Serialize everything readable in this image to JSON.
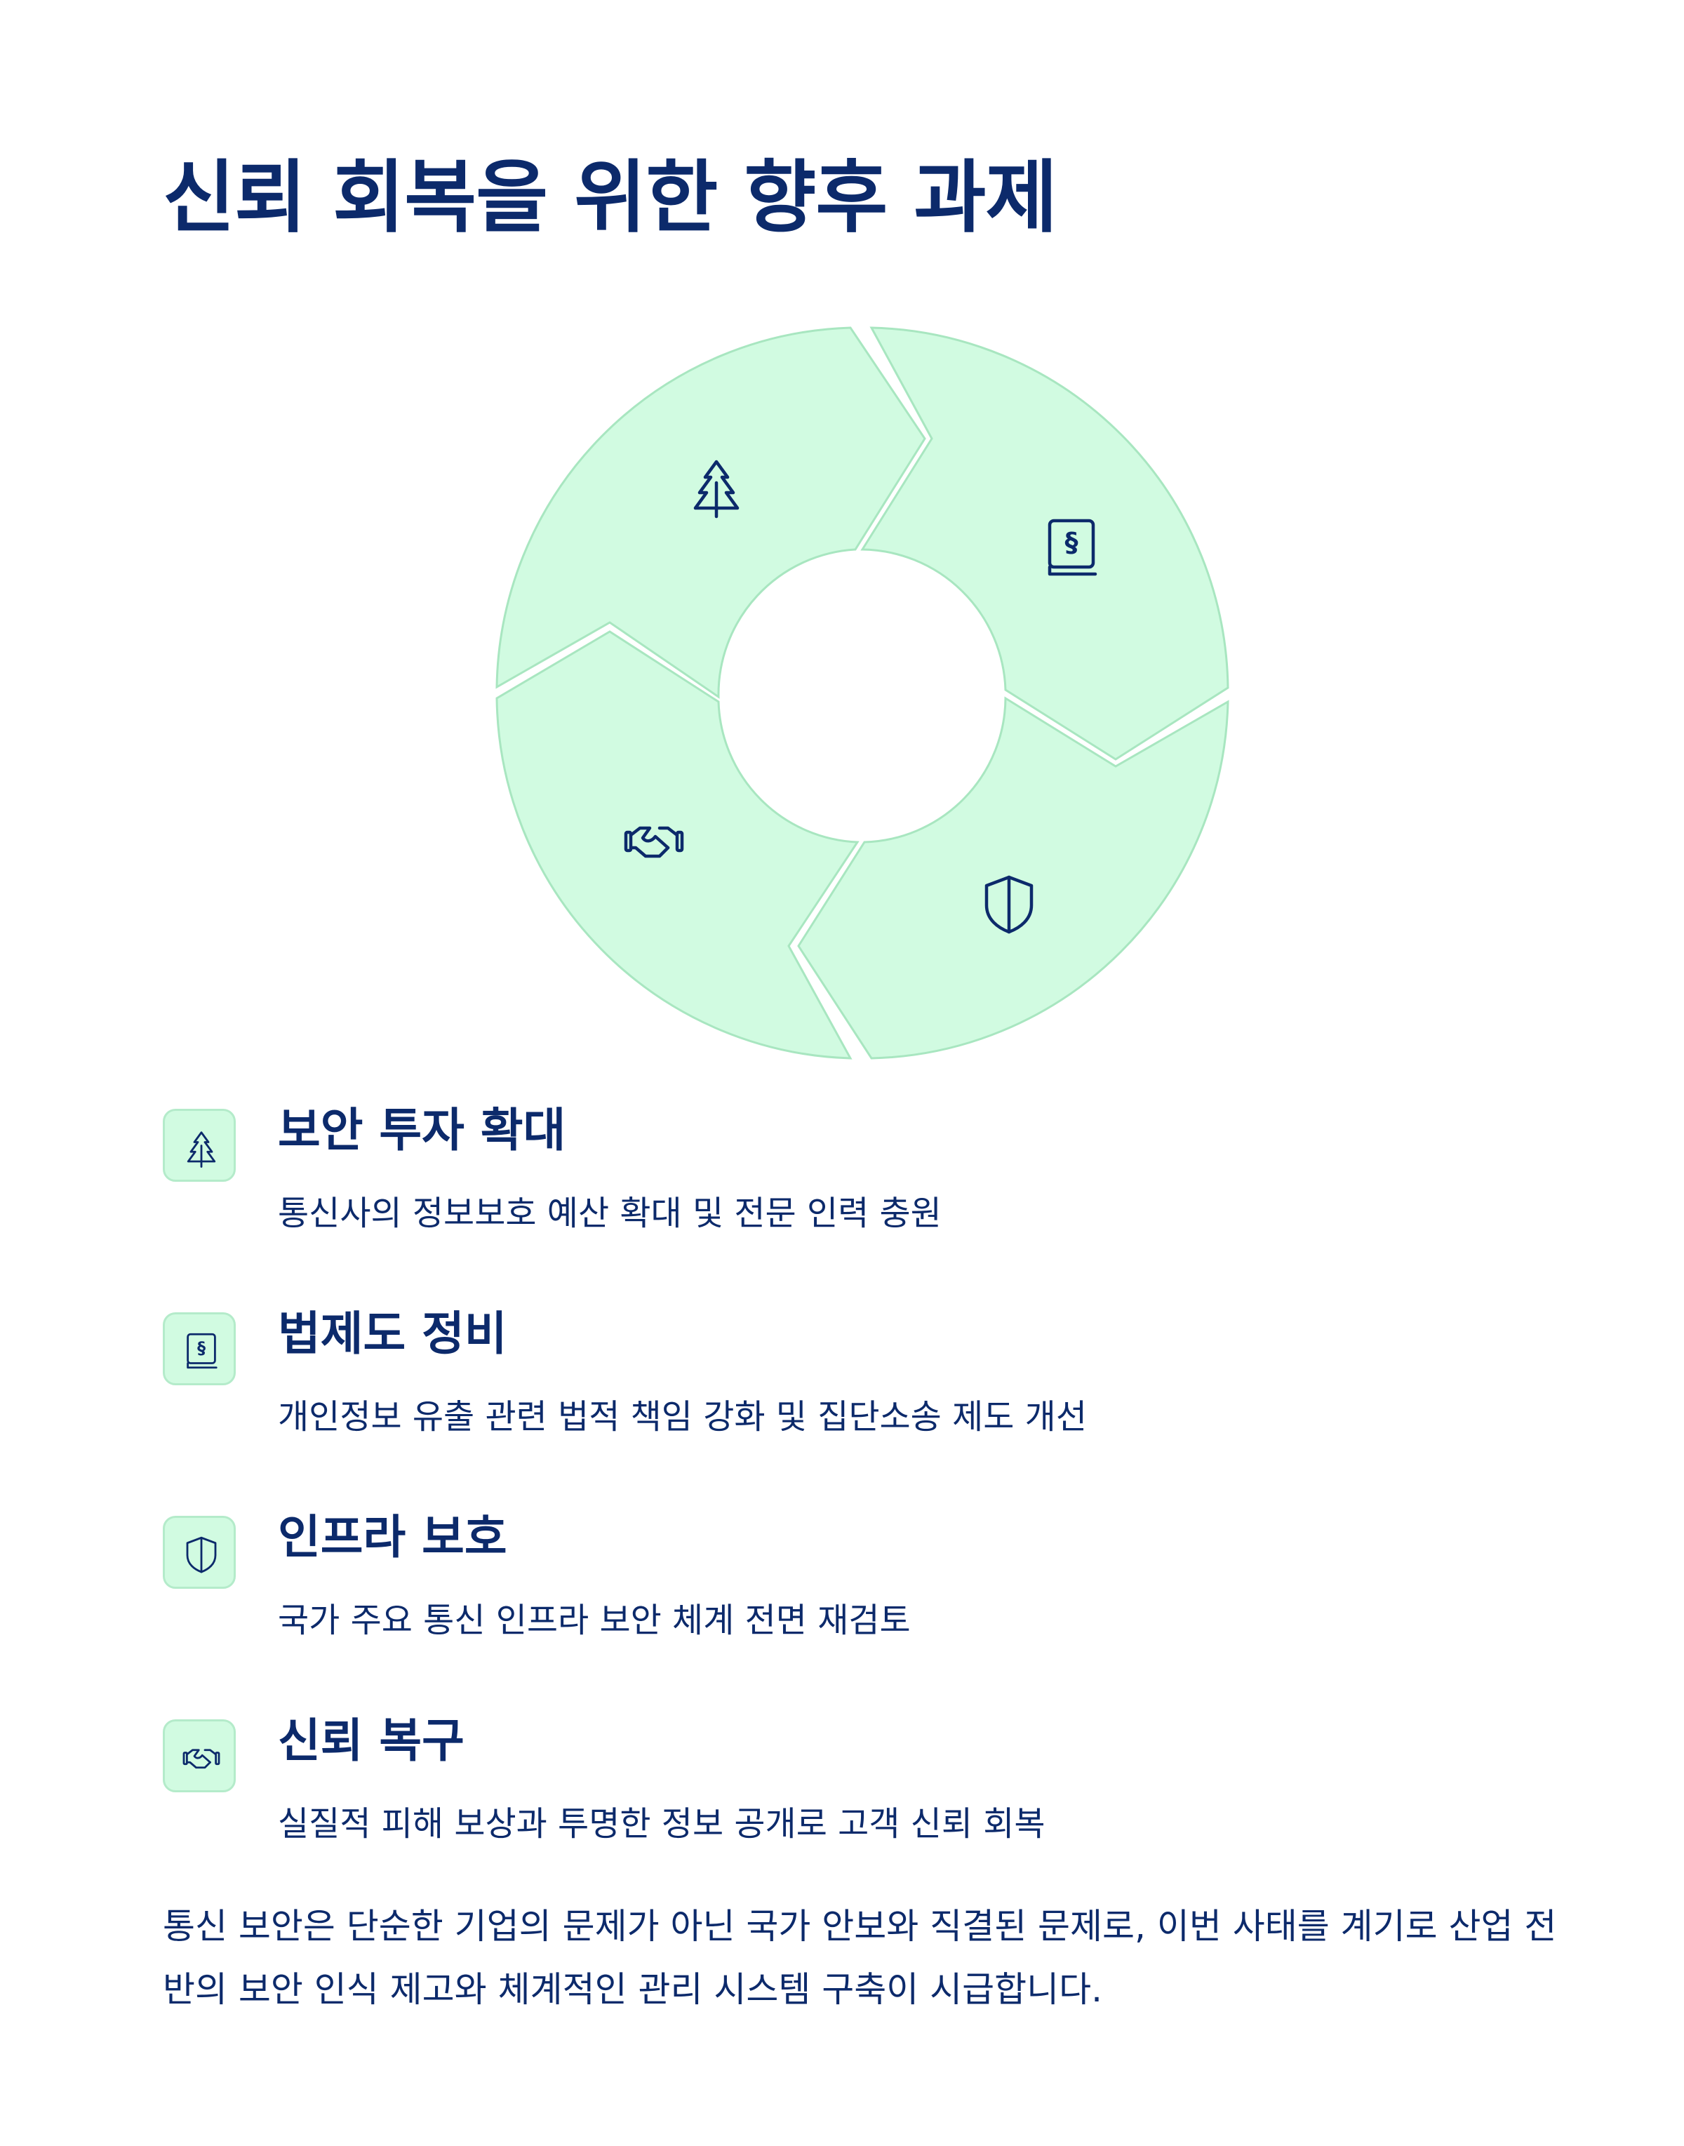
{
  "page": {
    "title": "신뢰 회복을 위한 향후 과제",
    "conclusion": "통신 보안은 단순한 기업의 문제가 아닌 국가 안보와 직결된 문제로, 이번 사태를 계기로 산업 전반의 보안 인식 제고와 체계적인 관리 시스템 구축이 시급합니다."
  },
  "colors": {
    "title": "#0c2a6b",
    "segment_fill": "#d1fbe1",
    "segment_stroke": "#a8e6c0",
    "icon": "#0c2a6b"
  },
  "cycle": {
    "segments": [
      {
        "icon": "tree-icon"
      },
      {
        "icon": "law-book-icon"
      },
      {
        "icon": "shield-icon"
      },
      {
        "icon": "handshake-icon"
      }
    ]
  },
  "items": [
    {
      "icon": "tree-icon",
      "title": "보안 투자 확대",
      "description": "통신사의 정보보호 예산 확대 및 전문 인력 충원"
    },
    {
      "icon": "law-book-icon",
      "title": "법제도 정비",
      "description": "개인정보 유출 관련 법적 책임 강화 및 집단소송 제도 개선"
    },
    {
      "icon": "shield-icon",
      "title": "인프라 보호",
      "description": "국가 주요 통신 인프라 보안 체계 전면 재검토"
    },
    {
      "icon": "handshake-icon",
      "title": "신뢰 복구",
      "description": "실질적 피해 보상과 투명한 정보 공개로 고객 신뢰 회복"
    }
  ]
}
